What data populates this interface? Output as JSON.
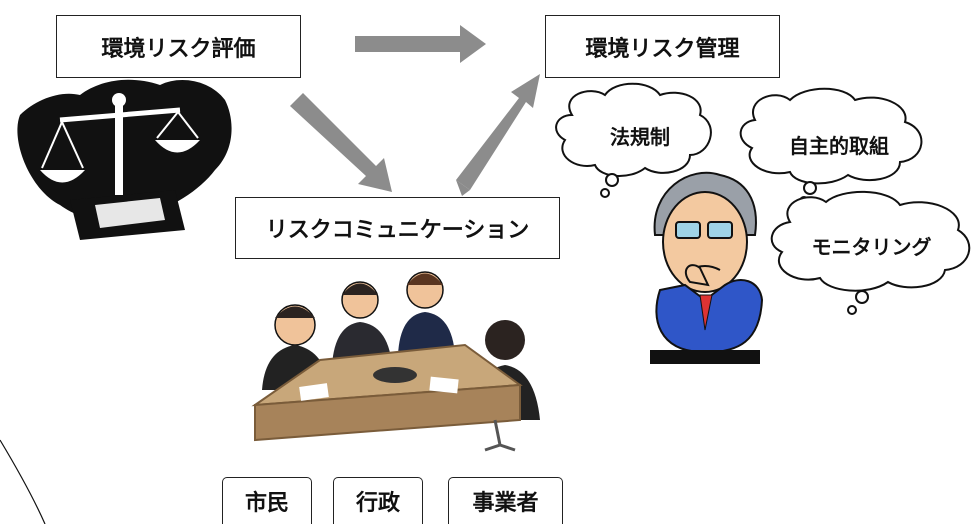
{
  "nodes": {
    "assessment": "環境リスク評価",
    "management": "環境リスク管理",
    "communication": "リスクコミュニケーション"
  },
  "measures": [
    "法規制",
    "自主的取組",
    "モニタリング"
  ],
  "stakeholders": [
    "市民",
    "行政",
    "事業者"
  ],
  "colors": {
    "arrow": "#8c8c8c",
    "border": "#222222"
  }
}
